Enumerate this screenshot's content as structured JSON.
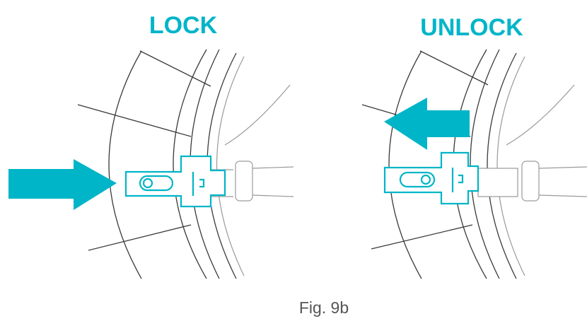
{
  "colors": {
    "accent": "#00B5C8",
    "line": "#3a3a3a",
    "light_line": "#9a9a9a",
    "caption": "#555555"
  },
  "panels": [
    {
      "title": "LOCK",
      "arrow_direction": "right"
    },
    {
      "title": "UNLOCK",
      "arrow_direction": "left"
    }
  ],
  "caption": "Fig. 9b"
}
